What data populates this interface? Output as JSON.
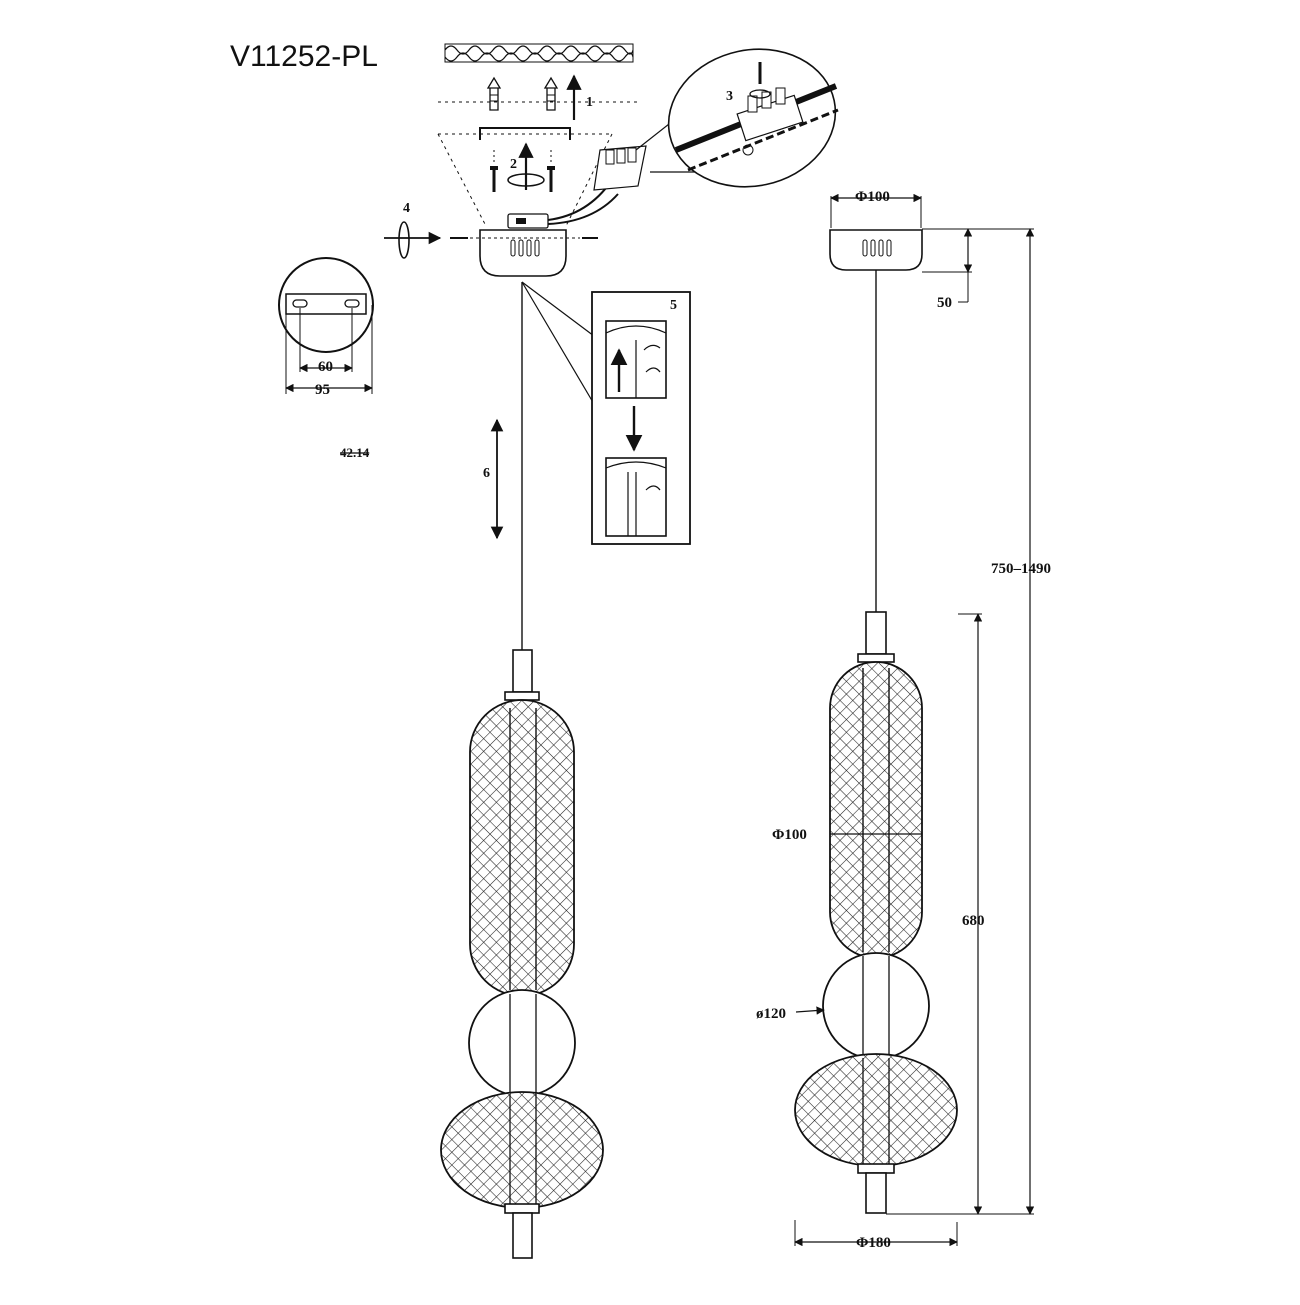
{
  "model_code": "V11252-PL",
  "ref_code": "42.14",
  "steps": {
    "s1": "1",
    "s2": "2",
    "s3": "3",
    "s4": "4",
    "s5": "5",
    "s6": "6"
  },
  "dimensions": {
    "canopy_diameter": "Φ100",
    "canopy_height": "50",
    "overall_height": "750–1490",
    "shade_height": "680",
    "upper_shade_diameter": "Φ100",
    "sphere_diameter": "ø120",
    "bottom_shade_diameter": "Φ180",
    "bracket_hole_spacing": "60",
    "bracket_width": "95"
  },
  "colors": {
    "line": "#111111",
    "background": "#ffffff"
  }
}
